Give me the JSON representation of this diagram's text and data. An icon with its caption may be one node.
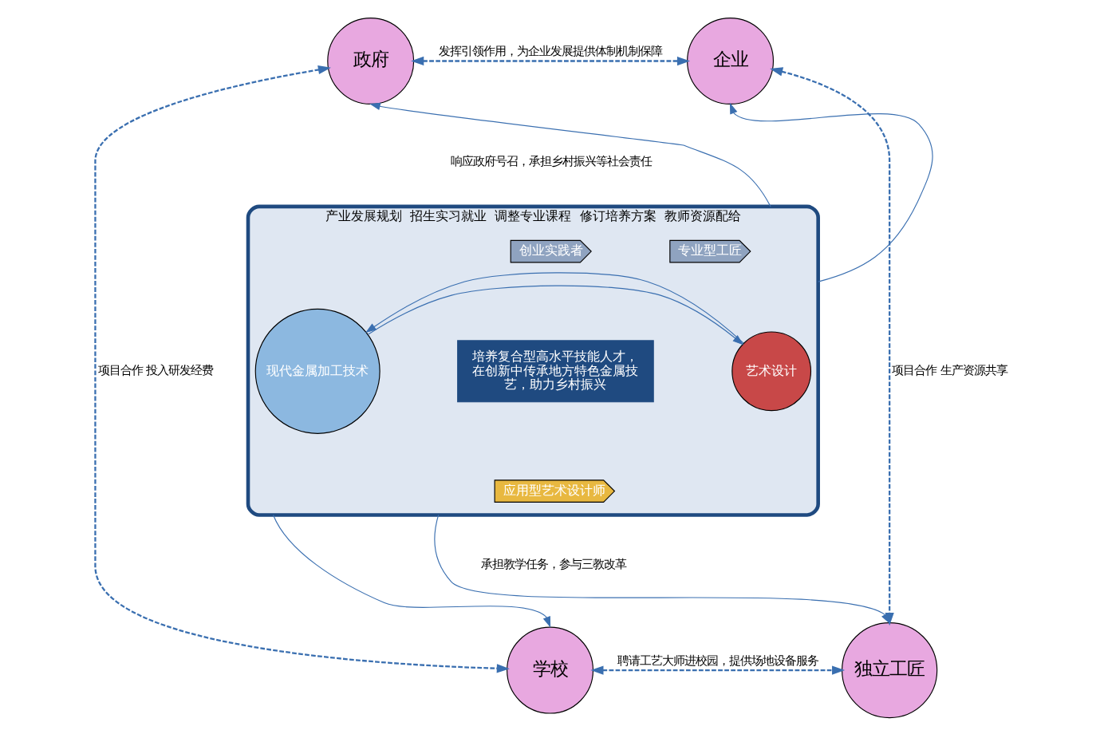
{
  "diagram": {
    "nodes": [
      {
        "text": [
          "政府"
        ]
      },
      {
        "text": [
          "企业"
        ]
      },
      {
        "text": [
          "学校"
        ]
      },
      {
        "text": [
          "独立工匠"
        ]
      },
      {
        "text": [
          "产业发展规划",
          "招生实习就业",
          "调整专业课程",
          "修订培养方案",
          "教师资源配给"
        ]
      },
      {
        "text": [
          "创业实践者"
        ],
        "in": 4
      },
      {
        "text": [
          "专业型工匠"
        ],
        "in": 4
      },
      {
        "text": [
          "现代金属加工技术"
        ],
        "in": 4
      },
      {
        "text": [
          "培养复合型高水平技能人才，在创新中传承地方特色金属技艺，助力乡村振兴"
        ],
        "in": 4
      },
      {
        "text": [
          "艺术设计"
        ],
        "in": 4
      },
      {
        "text": [
          "应用型艺术设计师"
        ],
        "in": 4
      }
    ],
    "edges": [
      {
        "from": 0,
        "to": 1,
        "arrow": "both",
        "style": "dashed",
        "label": "发挥引领作用，为企业发展提供体制机制保障"
      },
      {
        "from": 0,
        "to": 2,
        "arrow": "both",
        "style": "dashed",
        "label": "项目合作 投入研发经费"
      },
      {
        "from": 1,
        "to": 3,
        "arrow": "both",
        "style": "dashed",
        "label": "项目合作 生产资源共享"
      },
      {
        "from": 2,
        "to": 3,
        "arrow": "both",
        "style": "dashed",
        "label": "聘请工艺大师进校园，提供场地设备服务"
      },
      {
        "from": 4,
        "to": 0,
        "arrow": "to"
      },
      {
        "from": 4,
        "to": 1,
        "arrow": "to"
      },
      {
        "from": 4,
        "to": 2,
        "arrow": "to"
      },
      {
        "from": 4,
        "to": 3,
        "arrow": "to"
      },
      {
        "from": 7,
        "to": 9,
        "arrow": "to"
      },
      {
        "from": 9,
        "to": 7,
        "arrow": "to"
      }
    ],
    "labels": [
      "响应政府号召，承担乡村振兴等社会责任",
      "承担教学任务，参与三教改革"
    ]
  }
}
